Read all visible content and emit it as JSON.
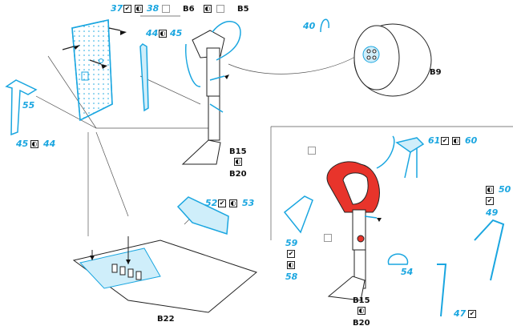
{
  "colors": {
    "photoetch": "#1aa6e0",
    "resin_highlight": "#e8342b",
    "line": "#222222",
    "ghost": "#9a9a9a"
  },
  "icons": {
    "fold": "check-icon",
    "bend": "bend-icon",
    "remove": "ghost-icon"
  },
  "labels": {
    "p37": "37",
    "p38": "38",
    "b6": "B6",
    "b5": "B5",
    "p40": "40",
    "b9": "B9",
    "p44": "44",
    "p45": "45",
    "p55": "55",
    "p45b": "45",
    "p44b": "44",
    "b15": "B15",
    "b20": "B20",
    "p52": "52",
    "p53": "53",
    "b22": "B22",
    "p61": "61",
    "p60": "60",
    "p50": "50",
    "p49": "49",
    "p59": "59",
    "p58": "58",
    "p54": "54",
    "b15b": "B15",
    "b20b": "B20",
    "p47": "47"
  }
}
